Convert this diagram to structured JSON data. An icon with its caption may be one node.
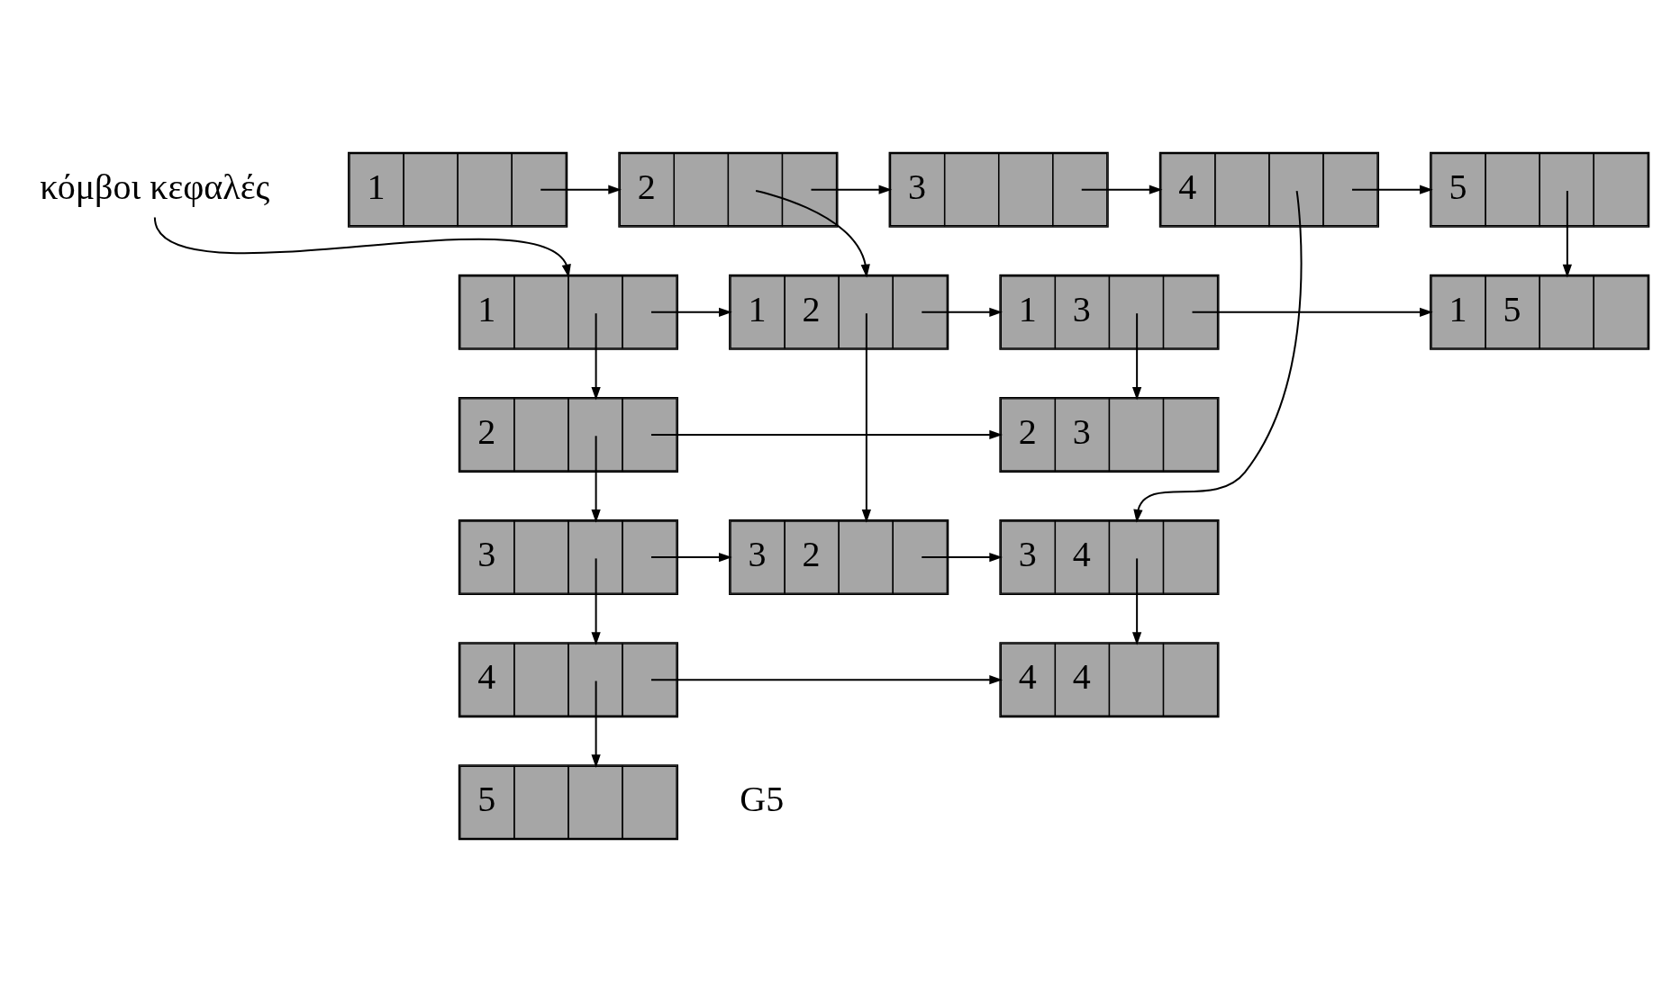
{
  "diagram": {
    "nodes": [
      {
        "text": [
          "κόμβοι κεφαλές"
        ]
      },
      {
        "text": [
          "1"
        ]
      },
      {
        "text": [
          "2"
        ]
      },
      {
        "text": [
          "3"
        ]
      },
      {
        "text": [
          "4"
        ]
      },
      {
        "text": [
          "5"
        ]
      },
      {
        "text": [
          "1"
        ]
      },
      {
        "text": [
          "1",
          "2"
        ]
      },
      {
        "text": [
          "1",
          "3"
        ]
      },
      {
        "text": [
          "1",
          "5"
        ]
      },
      {
        "text": [
          "2"
        ]
      },
      {
        "text": [
          "2",
          "3"
        ]
      },
      {
        "text": [
          "3"
        ]
      },
      {
        "text": [
          "3",
          "2"
        ]
      },
      {
        "text": [
          "3",
          "4"
        ]
      },
      {
        "text": [
          "4"
        ]
      },
      {
        "text": [
          "4",
          "4"
        ]
      },
      {
        "text": [
          "5"
        ]
      }
    ],
    "edges": [
      {
        "from": 0,
        "to": 6,
        "arrow": "to"
      },
      {
        "from": 1,
        "to": 2,
        "arrow": "to"
      },
      {
        "from": 2,
        "to": 3,
        "arrow": "to"
      },
      {
        "from": 3,
        "to": 4,
        "arrow": "to"
      },
      {
        "from": 4,
        "to": 5,
        "arrow": "to"
      },
      {
        "from": 2,
        "to": 7,
        "arrow": "to"
      },
      {
        "from": 4,
        "to": 14,
        "arrow": "to"
      },
      {
        "from": 5,
        "to": 9,
        "arrow": "to"
      },
      {
        "from": 6,
        "to": 7,
        "arrow": "to"
      },
      {
        "from": 6,
        "to": 10,
        "arrow": "to"
      },
      {
        "from": 7,
        "to": 8,
        "arrow": "to"
      },
      {
        "from": 7,
        "to": 13,
        "arrow": "to"
      },
      {
        "from": 8,
        "to": 9,
        "arrow": "to"
      },
      {
        "from": 8,
        "to": 11,
        "arrow": "to"
      },
      {
        "from": 10,
        "to": 11,
        "arrow": "to"
      },
      {
        "from": 10,
        "to": 12,
        "arrow": "to"
      },
      {
        "from": 12,
        "to": 13,
        "arrow": "to"
      },
      {
        "from": 12,
        "to": 15,
        "arrow": "to"
      },
      {
        "from": 13,
        "to": 14,
        "arrow": "to"
      },
      {
        "from": 14,
        "to": 16,
        "arrow": "to"
      },
      {
        "from": 15,
        "to": 16,
        "arrow": "to"
      },
      {
        "from": 15,
        "to": 17,
        "arrow": "to"
      }
    ],
    "labels": [
      "G5"
    ]
  }
}
